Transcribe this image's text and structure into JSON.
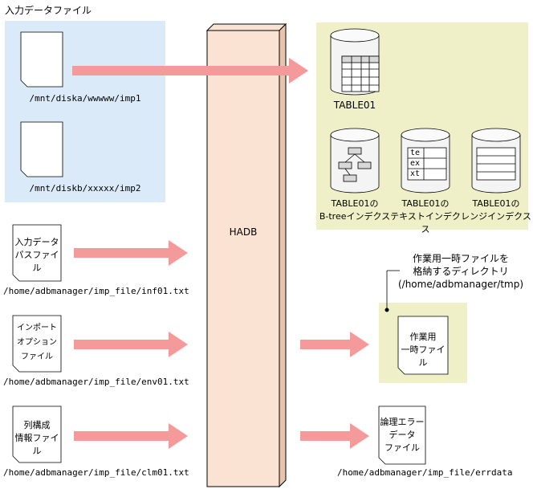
{
  "input_data_files": {
    "title": "入力データファイル",
    "files": [
      {
        "path": "/mnt/diska/wwwww/imp1"
      },
      {
        "path": "/mnt/diskb/xxxxx/imp2"
      }
    ]
  },
  "hadb": {
    "label": "HADB"
  },
  "table_area": {
    "table": "TABLE01",
    "indexes": [
      {
        "label": "TABLE01の\nB-treeインデクス"
      },
      {
        "label": "TABLE01の\nテキストインデクス"
      },
      {
        "label": "TABLE01の\nレンジインデクス"
      }
    ],
    "text_index_cells": [
      "te",
      "ex",
      "xt"
    ]
  },
  "input_files": [
    {
      "doc_label": "入力データ\nパスファイル",
      "path": "/home/adbmanager/imp_file/inf01.txt"
    },
    {
      "doc_label": "インポート\nオプション\nファイル",
      "path": "/home/adbmanager/imp_file/env01.txt"
    },
    {
      "doc_label": "列構成\n情報ファイル",
      "path": "/home/adbmanager/imp_file/clm01.txt"
    }
  ],
  "work_dir": {
    "caption": "作業用一時ファイルを\n格納するディレクトリ\n(/home/adbmanager/tmp)",
    "doc_label": "作業用\n一時ファイル"
  },
  "error_file": {
    "doc_label": "論理エラー\nデータ\nファイル",
    "path": "/home/adbmanager/imp_file/errdata"
  },
  "colors": {
    "input_area": "#dbeaf8",
    "table_area": "#f0f0c8",
    "arrow": "#f59a9a",
    "hadb": "#fbe3d3"
  }
}
